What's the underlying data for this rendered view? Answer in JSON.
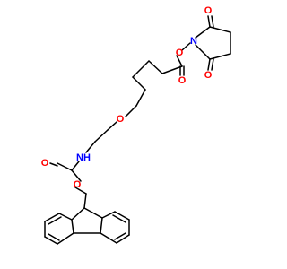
{
  "molecule": {
    "colors": {
      "bond": "#000000",
      "oxygen": "#ff0000",
      "nitrogen": "#0000ff"
    },
    "atom_labels": {
      "ester_carbonyl_o": "O",
      "ester_link_o": "O",
      "ester_bridge_o": "O",
      "succinimide_n": "N",
      "succinimide_carbonyl_o_top": "O",
      "succinimide_carbonyl_o_bottom": "O",
      "ether_o": "O",
      "carbamate_nh": "NH",
      "carbamate_carbonyl_o": "O",
      "carbamate_link_o": "O"
    }
  }
}
